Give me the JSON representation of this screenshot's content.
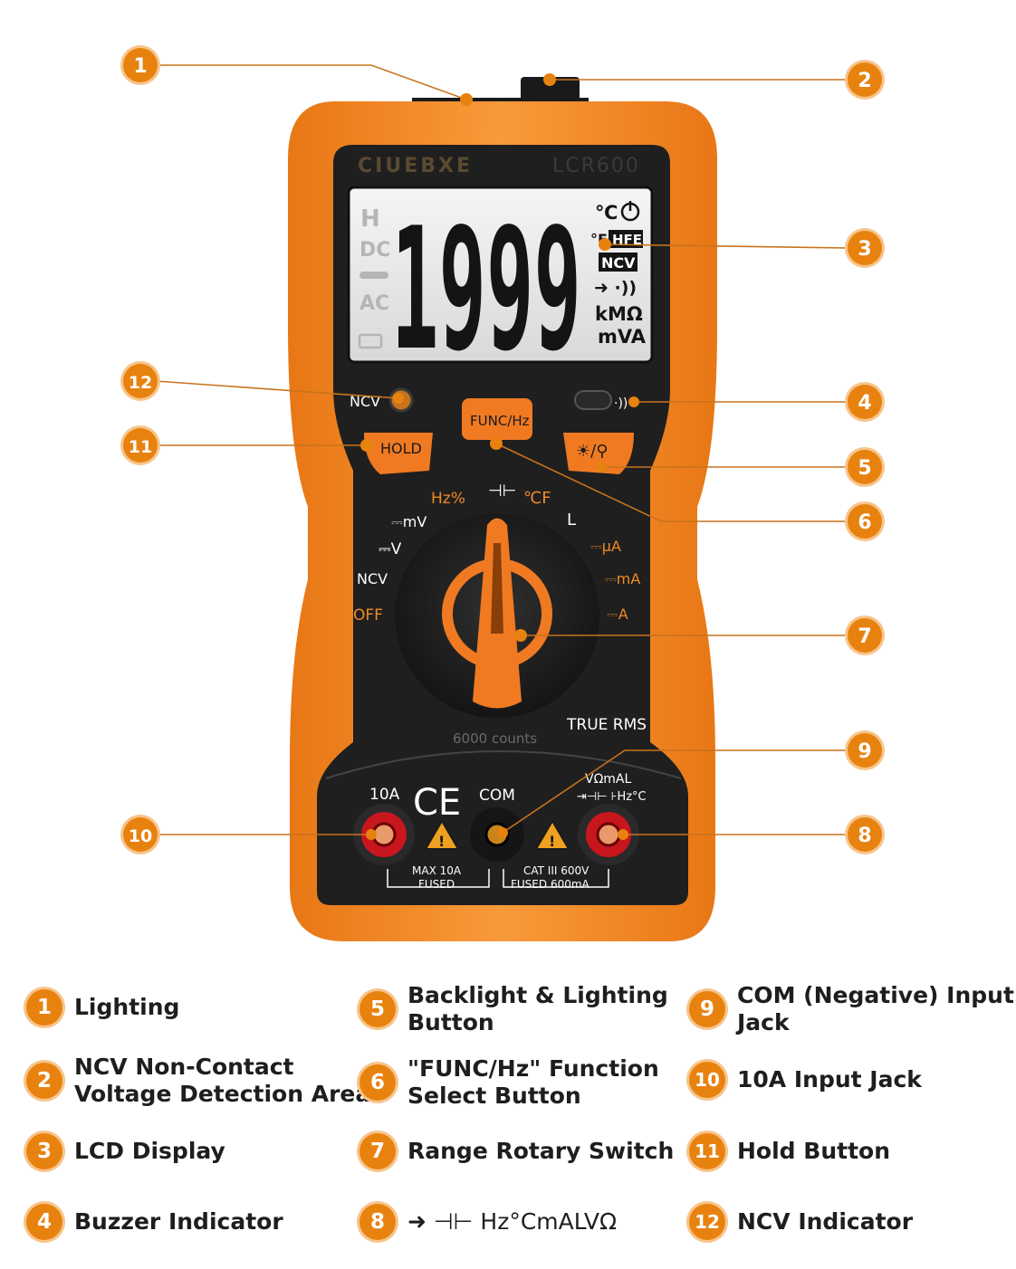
{
  "device": {
    "brand": "CIUEBXE",
    "model": "LCR600",
    "lcd": {
      "reading": "1999",
      "left_symbols": [
        "H",
        "DC",
        "AC"
      ],
      "celsius": "℃",
      "fahrenheit": "°F",
      "hfe": "HFE",
      "ncv": "NCV",
      "diode_continuity": "➜ ·))",
      "kohm": "kMΩ",
      "mva": "mVA"
    },
    "buttons": {
      "ncv_label": "NCV",
      "hold": "HOLD",
      "func": "FUNC/Hz"
    },
    "dial": {
      "off": "OFF",
      "ncv": "NCV",
      "v": "⎓V",
      "mv": "⎓mV",
      "hz": "Hz%",
      "temp": "℃F",
      "l": "L",
      "ua": "⎓µA",
      "ma": "⎓mA",
      "a": "⎓A"
    },
    "true_rms": "TRUE RMS",
    "counts": "6000 counts",
    "jacks": {
      "10a_label": "10A",
      "ce": "CE",
      "com_label": "COM",
      "vomal": "VΩmAL",
      "symbols": "⇥⊣⊢ ⊦Hz°C",
      "max10a_line1": "MAX 10A",
      "max10a_line2": "FUSED",
      "cat_line1": "CAT III 600V",
      "cat_line2": "FUSED 600mA"
    }
  },
  "callouts": [
    "1",
    "2",
    "3",
    "4",
    "5",
    "6",
    "7",
    "8",
    "9",
    "10",
    "11",
    "12"
  ],
  "legend": [
    {
      "num": "1",
      "lines": [
        "Lighting"
      ]
    },
    {
      "num": "2",
      "lines": [
        "NCV Non-Contact",
        "Voltage Detection Area"
      ]
    },
    {
      "num": "3",
      "lines": [
        "LCD Display"
      ]
    },
    {
      "num": "4",
      "lines": [
        "Buzzer Indicator"
      ]
    },
    {
      "num": "5",
      "lines": [
        "Backlight & Lighting",
        "Button"
      ]
    },
    {
      "num": "6",
      "lines": [
        "\"FUNC/Hz\" Function",
        "Select Button"
      ]
    },
    {
      "num": "7",
      "lines": [
        "Range Rotary Switch"
      ]
    },
    {
      "num": "8",
      "lines": [
        "➜ ⊣⊢ Hz°CmALVΩ"
      ]
    },
    {
      "num": "9",
      "lines": [
        "COM (Negative) Input",
        "Jack"
      ]
    },
    {
      "num": "10",
      "lines": [
        "10A Input Jack"
      ]
    },
    {
      "num": "11",
      "lines": [
        "Hold Button"
      ]
    },
    {
      "num": "12",
      "lines": [
        "NCV Indicator"
      ]
    }
  ],
  "colors": {
    "accent": "#e8820f",
    "body": "#f08a24",
    "panel": "#1f1f1f"
  }
}
